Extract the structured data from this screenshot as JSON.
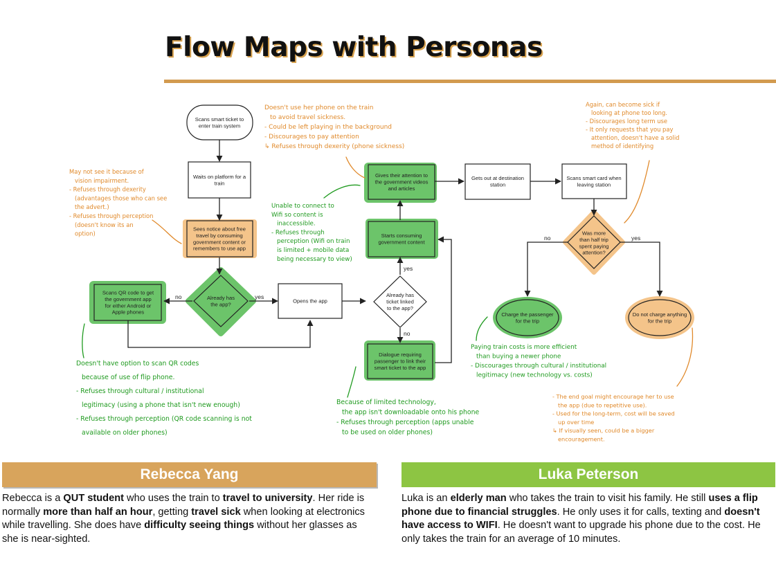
{
  "title": "Flow Maps with Personas",
  "colors": {
    "accent_orange": "#d29a4f",
    "node_orange": "#f4c48a",
    "node_green": "#6cc46a",
    "note_orange": "#e0892a",
    "note_green": "#1f9a1f",
    "luka_green": "#8dc543"
  },
  "flow": {
    "nodes": {
      "scan_ticket": "Scans smart ticket to|enter train system",
      "waits_platform": "Waits on platform for a|train",
      "sees_notice": "Sees notice about free|travel by consuming|government content or|remembers to use app",
      "already_has_app": "Already has|the app?",
      "scan_qr": "Scans QR code to get|the government app|for either Android or|Apple phones",
      "opens_app": "Opens the app",
      "ticket_linked": "Already has|ticket linked|to the app?",
      "dialogue": "Dialogue requiring|passenger to link their|smart ticket to the app",
      "starts_consuming": "Starts consuming|government content",
      "gives_attention": "Gives their attention to|the government videos|and articles",
      "gets_out": "Gets out at destination|station",
      "scans_card_leave": "Scans smart card when|leaving station",
      "half_trip": "Was more|than half trip|spent paying|attention?",
      "charge": "Charge the passenger|for the trip",
      "no_charge": "Do not charge anything|for the trip"
    },
    "edge_labels": {
      "app_no": "no",
      "app_yes": "yes",
      "linked_yes": "yes",
      "linked_no": "no",
      "half_no": "no",
      "half_yes": "yes"
    },
    "notes": {
      "vision": "May not see it because of|vision impairment.|- Refuses through dexerity|(advantages those who can see|the advert.)|- Refuses through perception|(doesn't know its an|option)",
      "phone_train": "Doesn't use her phone on the train|to avoid travel sickness.|- Could be left playing in the background|- Discourages to pay attention|↳ Refuses through dexerity (phone sickness)",
      "wifi": "Unable to connect to|Wifi so content is|inaccessible.|- Refuses through|perception (Wifi on train|is limited + mobile data|being necessary to view)",
      "sick_again": "Again, can become sick if|looking at phone too long.|- Discourages long term use|- It only requests that you pay|attention, doesn't have a solid|method of identifying",
      "qr_codes": "Doesn't have option to scan QR codes|because of use of flip phone.|- Refuses through cultural / institutional|legitimacy (using a phone that isn't new enough)|- Refuses through perception (QR code scanning is not|available on older phones)",
      "limited_tech": "Because of limited technology,|the app isn't downloadable onto his phone|- Refuses through perception (apps unable|to be used on older phones)",
      "train_costs": "Paying train costs is more efficient|than buying a newer phone|- Discourages through cultural / institutional|legitimacy (new technology vs. costs)",
      "end_goal": "- The end goal might encourage her to use|the app (due to repetitive use).|- Used for the long-term, cost will be saved|up over time|↳ If visually seen, could be a bigger|encouragement."
    }
  },
  "personas": {
    "rebecca": {
      "name": "Rebecca Yang",
      "bio_parts": [
        {
          "t": "Rebecca is a ",
          "b": false
        },
        {
          "t": "QUT student",
          "b": true
        },
        {
          "t": " who uses the train to ",
          "b": false
        },
        {
          "t": "travel to university",
          "b": true
        },
        {
          "t": ". Her ride is normally ",
          "b": false
        },
        {
          "t": "more than half an hour",
          "b": true
        },
        {
          "t": ", getting ",
          "b": false
        },
        {
          "t": "travel sick",
          "b": true
        },
        {
          "t": " when looking at electronics while travelling. She does have ",
          "b": false
        },
        {
          "t": "difficulty seeing things",
          "b": true
        },
        {
          "t": " without her glasses as she is near-sighted.",
          "b": false
        }
      ]
    },
    "luka": {
      "name": "Luka Peterson",
      "bio_parts": [
        {
          "t": "Luka is an ",
          "b": false
        },
        {
          "t": "elderly man",
          "b": true
        },
        {
          "t": " who takes the train to visit his family. He still ",
          "b": false
        },
        {
          "t": "uses a flip phone due to financial struggles",
          "b": true
        },
        {
          "t": ". He only uses it for calls, texting and ",
          "b": false
        },
        {
          "t": "doesn't have access to WIFI",
          "b": true
        },
        {
          "t": ". He doesn't want to upgrade his phone due to the cost. He only takes the train for an average of 10 minutes.",
          "b": false
        }
      ]
    }
  }
}
